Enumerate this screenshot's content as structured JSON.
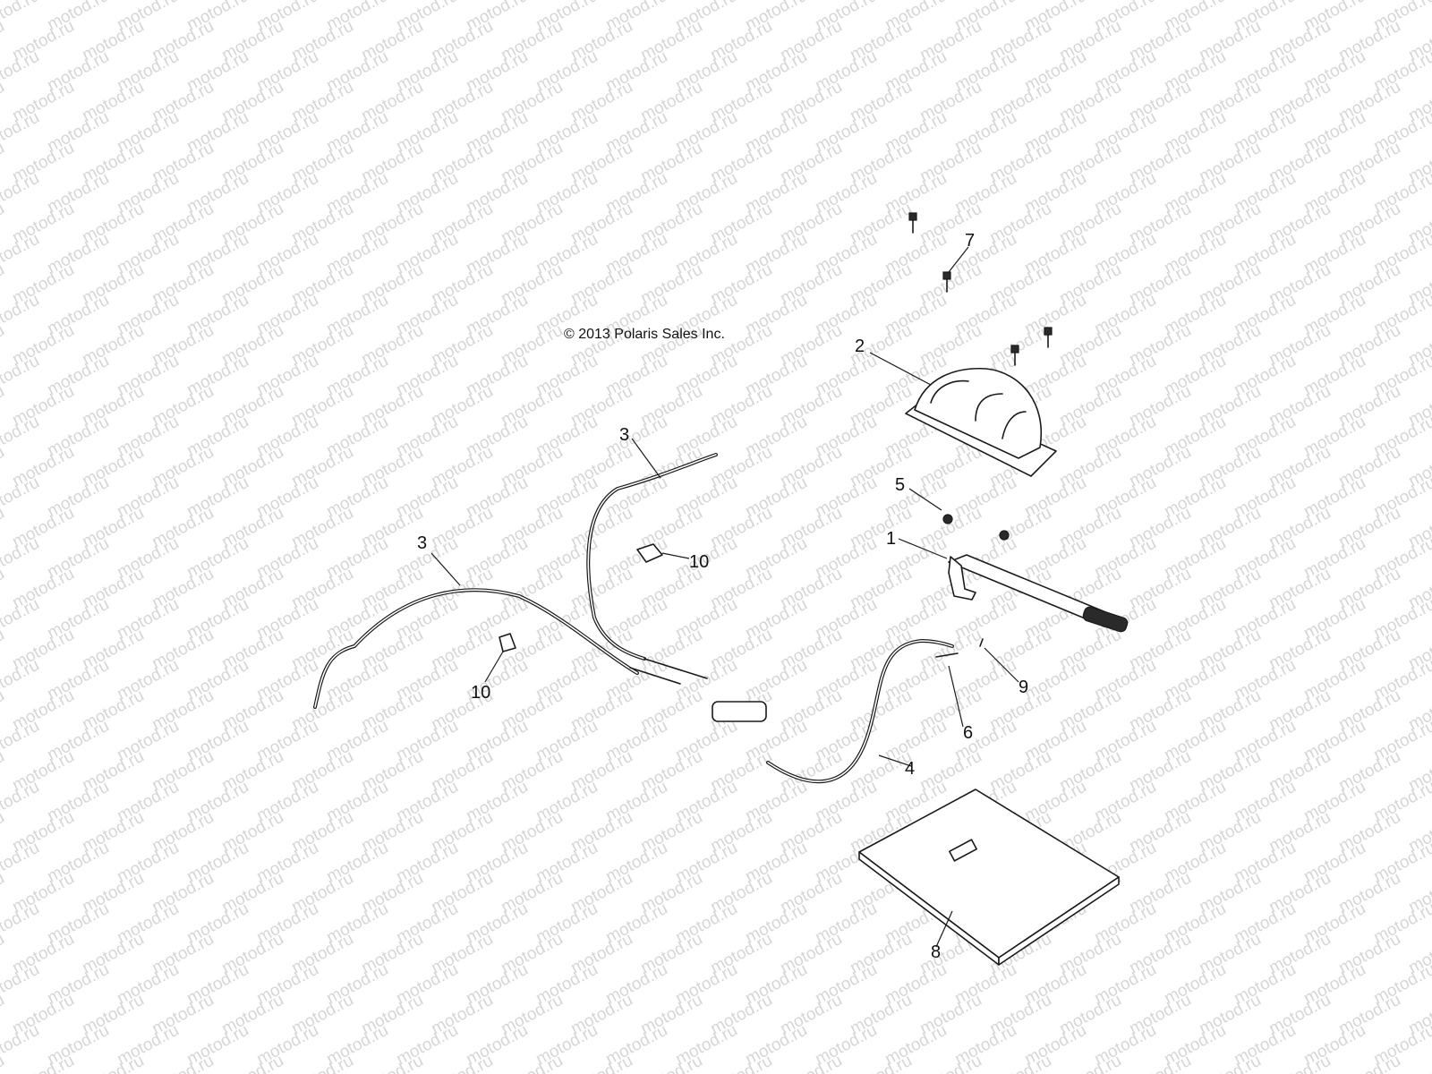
{
  "copyright": "© 2013 Polaris Sales Inc.",
  "watermark": "motod.ru",
  "callouts": [
    {
      "id": "callout-1",
      "label": "1"
    },
    {
      "id": "callout-2",
      "label": "2"
    },
    {
      "id": "callout-3a",
      "label": "3"
    },
    {
      "id": "callout-3b",
      "label": "3"
    },
    {
      "id": "callout-4",
      "label": "4"
    },
    {
      "id": "callout-5",
      "label": "5"
    },
    {
      "id": "callout-6",
      "label": "6"
    },
    {
      "id": "callout-7",
      "label": "7"
    },
    {
      "id": "callout-8",
      "label": "8"
    },
    {
      "id": "callout-9",
      "label": "9"
    },
    {
      "id": "callout-10a",
      "label": "10"
    },
    {
      "id": "callout-10b",
      "label": "10"
    }
  ]
}
